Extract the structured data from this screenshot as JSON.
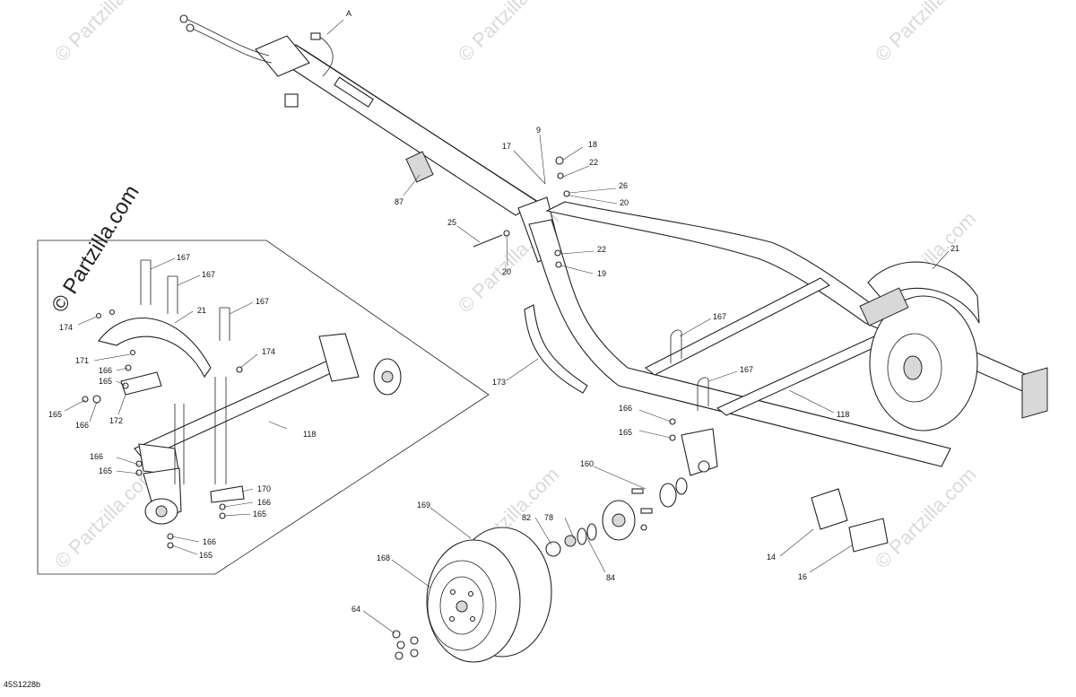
{
  "diagram_code": "45S1228b",
  "brand_watermark": "© Partzilla.com",
  "watermark_text": "© Partzilla.com",
  "callouts": [
    {
      "id": "A"
    },
    {
      "id": "87"
    },
    {
      "id": "17"
    },
    {
      "id": "9"
    },
    {
      "id": "18"
    },
    {
      "id": "22"
    },
    {
      "id": "26"
    },
    {
      "id": "20"
    },
    {
      "id": "25"
    },
    {
      "id": "20"
    },
    {
      "id": "22"
    },
    {
      "id": "19"
    },
    {
      "id": "21"
    },
    {
      "id": "167"
    },
    {
      "id": "167"
    },
    {
      "id": "173"
    },
    {
      "id": "118"
    },
    {
      "id": "166"
    },
    {
      "id": "165"
    },
    {
      "id": "160"
    },
    {
      "id": "169"
    },
    {
      "id": "82"
    },
    {
      "id": "78"
    },
    {
      "id": "84"
    },
    {
      "id": "168"
    },
    {
      "id": "64"
    },
    {
      "id": "14"
    },
    {
      "id": "16"
    },
    {
      "id": "167"
    },
    {
      "id": "167"
    },
    {
      "id": "167"
    },
    {
      "id": "21"
    },
    {
      "id": "174"
    },
    {
      "id": "174"
    },
    {
      "id": "171"
    },
    {
      "id": "166"
    },
    {
      "id": "165"
    },
    {
      "id": "165"
    },
    {
      "id": "166"
    },
    {
      "id": "172"
    },
    {
      "id": "118"
    },
    {
      "id": "166"
    },
    {
      "id": "165"
    },
    {
      "id": "170"
    },
    {
      "id": "166"
    },
    {
      "id": "165"
    },
    {
      "id": "166"
    },
    {
      "id": "165"
    }
  ]
}
